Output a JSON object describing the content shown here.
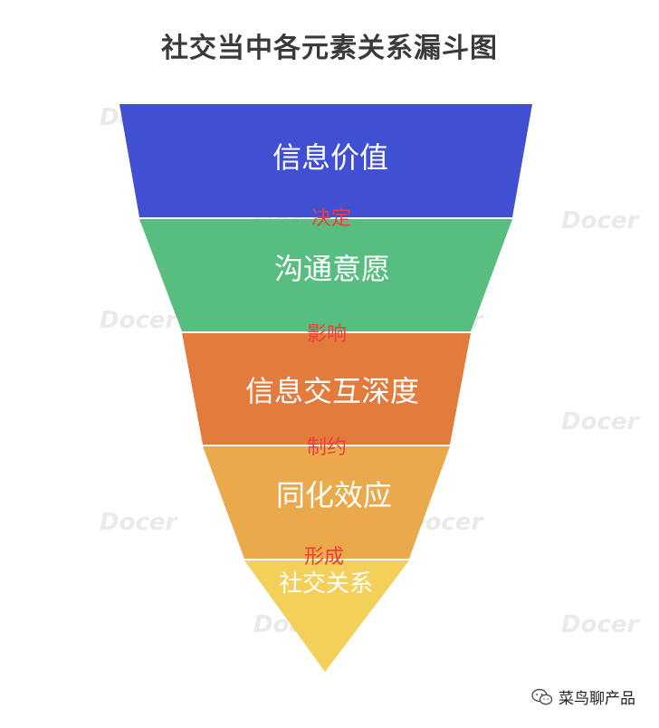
{
  "title": "社交当中各元素关系漏斗图",
  "layers": [
    {
      "label": "信息价值",
      "color": "#4150d2"
    },
    {
      "label": "沟通意愿",
      "color": "#58be80"
    },
    {
      "label": "信息交互深度",
      "color": "#e27b3c"
    },
    {
      "label": "同化效应",
      "color": "#eaa94a"
    },
    {
      "label": "社交关系",
      "color": "#f2d05a"
    }
  ],
  "connectors": [
    "决定",
    "影响",
    "制约",
    "形成"
  ],
  "footer": {
    "account": "菜鸟聊产品",
    "icon": "wechat-icon"
  },
  "watermark": "Docer"
}
